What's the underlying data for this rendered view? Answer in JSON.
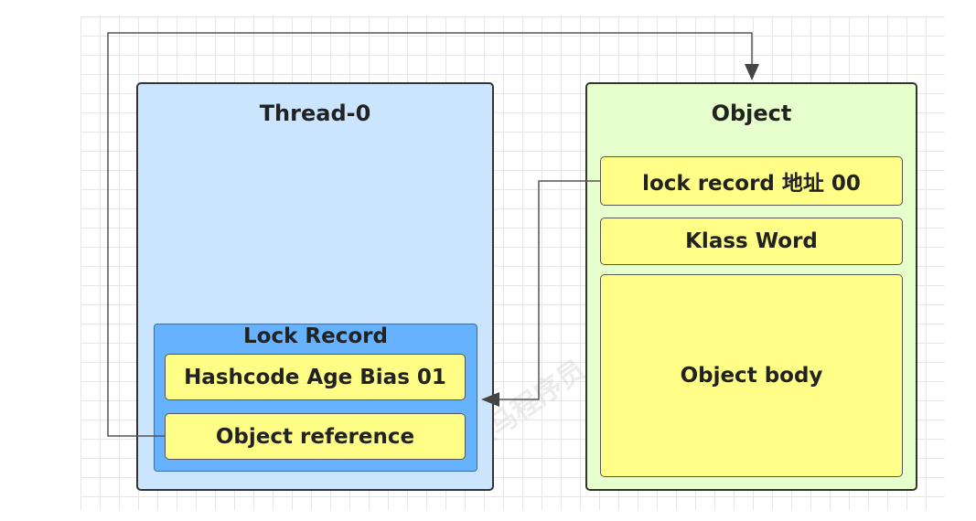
{
  "thread": {
    "title": "Thread-0",
    "lock_record": {
      "title": "Lock Record",
      "cells": [
        "Hashcode Age Bias 01",
        "Object reference"
      ]
    }
  },
  "object": {
    "title": "Object",
    "cells": [
      "lock record 地址 00",
      "Klass Word",
      "Object body"
    ]
  },
  "watermark": "黑马程序员 www.itheima.com",
  "colors": {
    "thread_fill": "#cce5ff",
    "object_fill": "#e6ffcc",
    "lock_record_fill": "#66b2ff",
    "cell_fill": "#ffff88"
  }
}
